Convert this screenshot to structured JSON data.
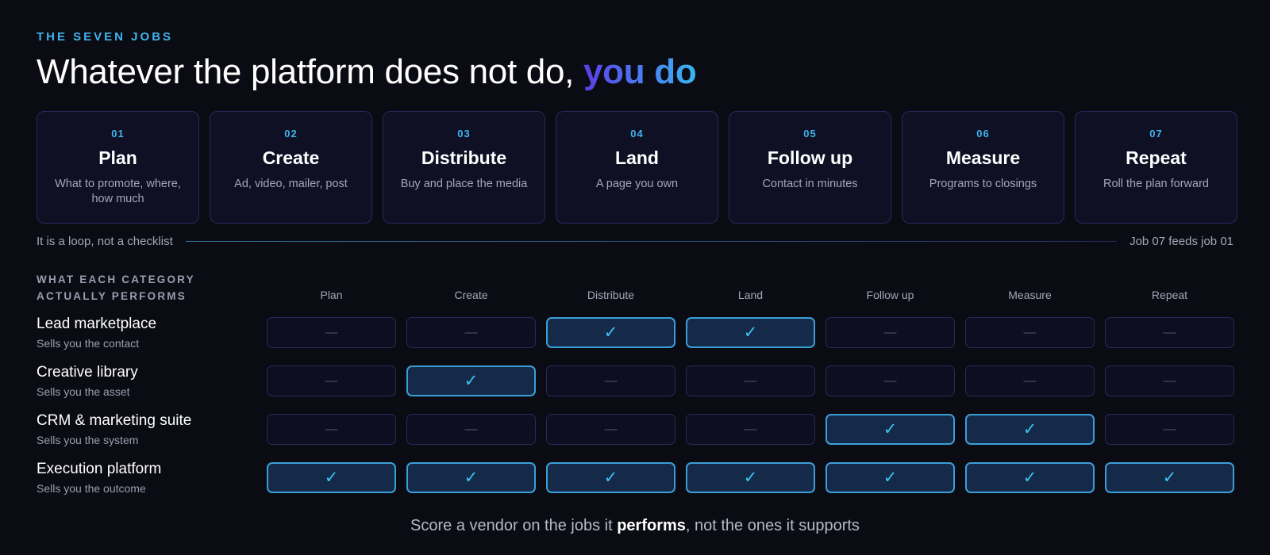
{
  "eyebrow": "THE SEVEN JOBS",
  "headline": {
    "lead": "Whatever the platform does not do, ",
    "accent": "you do"
  },
  "jobs": [
    {
      "num": "01",
      "title": "Plan",
      "desc": "What to promote, where, how much"
    },
    {
      "num": "02",
      "title": "Create",
      "desc": "Ad, video, mailer, post"
    },
    {
      "num": "03",
      "title": "Distribute",
      "desc": "Buy and place the media"
    },
    {
      "num": "04",
      "title": "Land",
      "desc": "A page you own"
    },
    {
      "num": "05",
      "title": "Follow up",
      "desc": "Contact in minutes"
    },
    {
      "num": "06",
      "title": "Measure",
      "desc": "Programs to closings"
    },
    {
      "num": "07",
      "title": "Repeat",
      "desc": "Roll the plan forward"
    }
  ],
  "loop": {
    "left": "It is a loop, not a checklist",
    "right": "Job 07 feeds job 01"
  },
  "matrix": {
    "title_line1": "WHAT EACH CATEGORY",
    "title_line2": "ACTUALLY PERFORMS",
    "columns": [
      "Plan",
      "Create",
      "Distribute",
      "Land",
      "Follow up",
      "Measure",
      "Repeat"
    ],
    "marks": {
      "on": "✓",
      "off": "—"
    },
    "rows": [
      {
        "name": "Lead marketplace",
        "sub": "Sells you the contact",
        "cells": [
          false,
          false,
          true,
          true,
          false,
          false,
          false
        ]
      },
      {
        "name": "Creative library",
        "sub": "Sells you the asset",
        "cells": [
          false,
          true,
          false,
          false,
          false,
          false,
          false
        ]
      },
      {
        "name": "CRM & marketing suite",
        "sub": "Sells you the system",
        "cells": [
          false,
          false,
          false,
          false,
          true,
          true,
          false
        ]
      },
      {
        "name": "Execution platform",
        "sub": "Sells you the outcome",
        "cells": [
          true,
          true,
          true,
          true,
          true,
          true,
          true
        ]
      }
    ]
  },
  "footer": {
    "before": "Score a vendor on the jobs it ",
    "bold": "performs",
    "after": ", not the ones it supports"
  },
  "colors": {
    "accent_blue": "#3fb4ee",
    "accent_purple": "#5b3ee6",
    "background": "#0b0c13",
    "card_border": "#262a5c"
  }
}
